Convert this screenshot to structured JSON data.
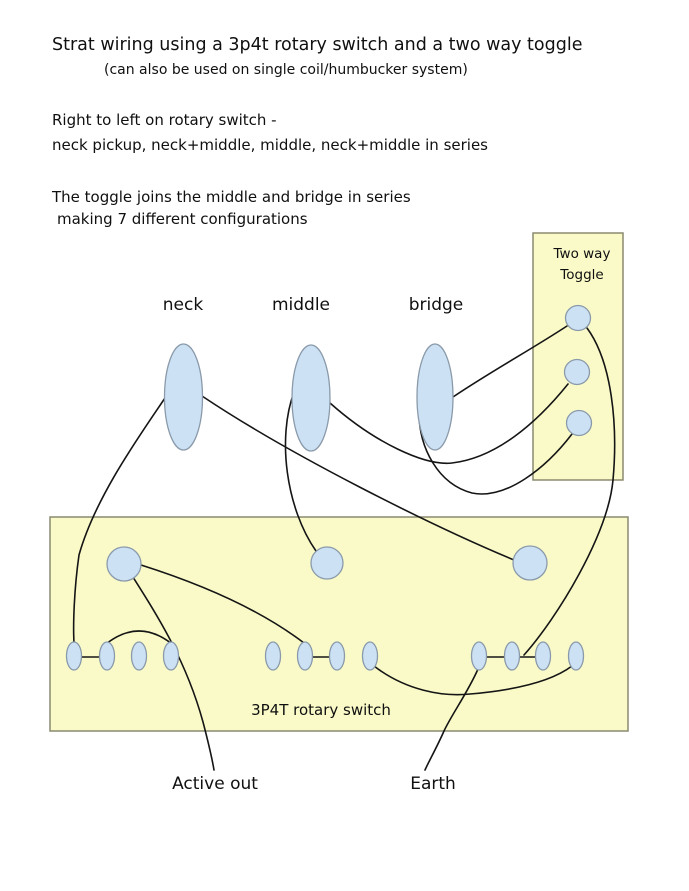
{
  "header": {
    "title": "Strat wiring using a 3p4t rotary switch and a two way toggle",
    "subtitle": "(can also be used on single coil/humbucker system)"
  },
  "notes": {
    "line1": "Right to left on rotary switch -",
    "line2": "neck pickup, neck+middle, middle, neck+middle in series",
    "line3": "The toggle joins the middle and bridge in series",
    "line4": "making 7 different configurations"
  },
  "pickups": {
    "neck": "neck",
    "middle": "middle",
    "bridge": "bridge"
  },
  "toggle": {
    "line1": "Two way",
    "line2": "Toggle"
  },
  "rotary": {
    "label": "3P4T rotary switch"
  },
  "terminals": {
    "active_out": "Active out",
    "earth": "Earth"
  },
  "colors": {
    "box_fill": "#FAFAC9",
    "box_border": "#8a8a70",
    "lug_fill": "#CCE2F4",
    "lug_border": "#8a9aaa",
    "wire": "#151515",
    "text": "#101010",
    "background": "#ffffff"
  }
}
